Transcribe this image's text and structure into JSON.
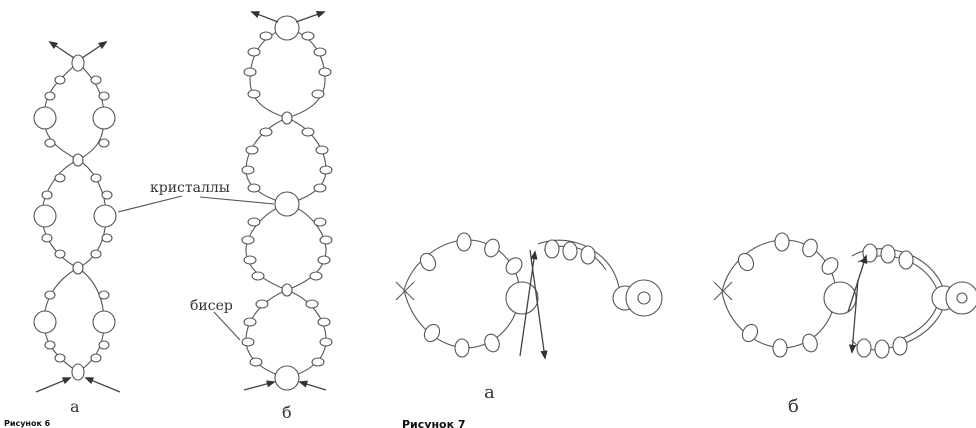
{
  "figure6": {
    "caption": "Рисунок 6",
    "part_a": "а",
    "part_b": "б",
    "label_crystals": "кристаллы",
    "label_beads": "бисер"
  },
  "figure7": {
    "caption": "Рисунок 7",
    "part_a": "а",
    "part_b": "б"
  }
}
